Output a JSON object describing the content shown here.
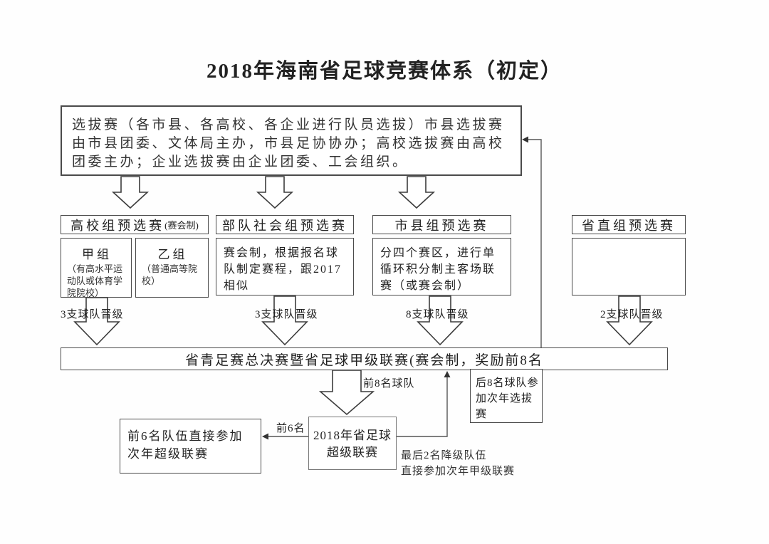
{
  "title": "2018年海南省足球竞赛体系（初定）",
  "top_box": {
    "text": "选拔赛（各市县、各高校、各企业进行队员选拔）市县选拔赛由市县团委、文体局主办，市县足协协办；高校选拔赛由高校团委主办；企业选拔赛由企业团委、工会组织。"
  },
  "columns": [
    {
      "header": "高校组预选赛",
      "header_suffix": "(赛会制)",
      "groups": [
        {
          "name": "甲组",
          "desc": "（有高水平运动队或体育学院院校）"
        },
        {
          "name": "乙组",
          "desc": "（普通高等院校）"
        }
      ],
      "promotion": "3支球队晋级"
    },
    {
      "header": "部队社会组预选赛",
      "body": "赛会制，根据报名球队制定赛程，跟2017相似",
      "promotion": "3支球队晋级"
    },
    {
      "header": "市县组预选赛",
      "body": "分四个赛区，进行单循环积分制主客场联赛（或赛会制）",
      "promotion": "8支球队晋级"
    },
    {
      "header": "省直组预选赛",
      "body": "",
      "promotion": "2支球队晋级"
    }
  ],
  "league_band": "省青足赛总决赛暨省足球甲级联赛(赛会制，奖励前8名",
  "top8_label": "前8名球队",
  "super_league": {
    "line1": "2018年省足球",
    "line2": "超级联赛"
  },
  "top6_label": "前6名",
  "top6_box": "前6名队伍直接参加次年超级联赛",
  "last8_box": "后8名球队参加次年选拔赛",
  "relegation_note": {
    "line1": "最后2名降级队伍",
    "line2": "直接参加次年甲级联赛"
  },
  "colors": {
    "line": "#4a4a4a",
    "text": "#222222",
    "background": "#fefefe"
  }
}
